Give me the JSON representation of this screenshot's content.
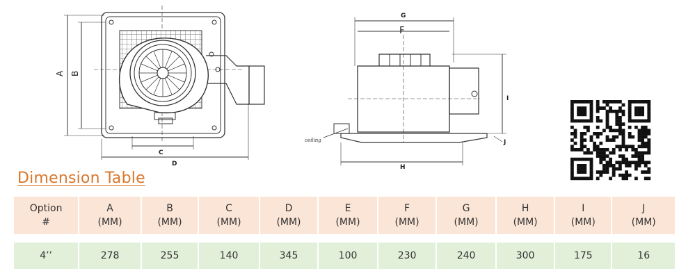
{
  "diagram": {
    "top_view_labels": [
      "A",
      "B",
      "C",
      "D"
    ],
    "side_view_labels": [
      "G",
      "F",
      "I",
      "J",
      "H"
    ],
    "ceiling_label": "ceiling"
  },
  "qr_code": "qr-code-icon",
  "section_title": "Dimension Table",
  "table": {
    "headers": [
      [
        "Option",
        "#"
      ],
      [
        "A",
        "(MM)"
      ],
      [
        "B",
        "(MM)"
      ],
      [
        "C",
        "(MM)"
      ],
      [
        "D",
        "(MM)"
      ],
      [
        "E",
        "(MM)"
      ],
      [
        "F",
        "(MM)"
      ],
      [
        "G",
        "(MM)"
      ],
      [
        "H",
        "(MM)"
      ],
      [
        "I",
        "(MM)"
      ],
      [
        "J",
        "(MM)"
      ]
    ],
    "rows": [
      [
        "4’’",
        "278",
        "255",
        "140",
        "345",
        "100",
        "230",
        "240",
        "300",
        "175",
        "16"
      ]
    ]
  },
  "colors": {
    "title": "#d9772b",
    "header_bg": "#fbe5d6",
    "row_bg": "#e2efd9"
  }
}
